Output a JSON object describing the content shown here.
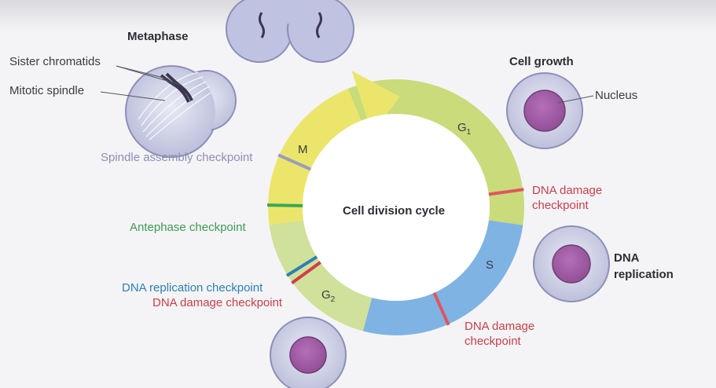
{
  "center": {
    "title": "Cell division cycle"
  },
  "phases": [
    {
      "id": "M",
      "label": "M",
      "sub": "",
      "color": "#ebe66b"
    },
    {
      "id": "G1",
      "label": "G",
      "sub": "1",
      "color": "#c9db7b"
    },
    {
      "id": "S",
      "label": "S",
      "sub": "",
      "color": "#7fb3e3"
    },
    {
      "id": "G2",
      "label": "G",
      "sub": "2",
      "color": "#cfe19a"
    }
  ],
  "checkpoints": {
    "spindle_assembly": {
      "label": "Spindle assembly checkpoint",
      "color": "#9a9cbf"
    },
    "antephase": {
      "label": "Antephase checkpoint",
      "color": "#3aa856"
    },
    "dna_replication": {
      "label": "DNA replication checkpoint",
      "color": "#2f7fb4"
    },
    "dna_damage_g2": {
      "label": "DNA damage checkpoint",
      "color": "#d43c4a"
    },
    "dna_damage_g1": {
      "line1": "DNA damage",
      "line2": "checkpoint",
      "color": "#e0555f"
    },
    "dna_damage_s": {
      "line1": "DNA damage",
      "line2": "checkpoint",
      "color": "#e0555f"
    }
  },
  "stages": {
    "metaphase": {
      "title": "Metaphase",
      "sister_chromatids": "Sister chromatids",
      "mitotic_spindle": "Mitotic spindle"
    },
    "cell_growth": {
      "title": "Cell growth",
      "nucleus": "Nucleus"
    },
    "dna_replication": {
      "line1": "DNA",
      "line2": "replication"
    }
  },
  "colors": {
    "cell_outer": "#c9cbe2",
    "cell_edge": "#8c8fb8",
    "nucleus": "#a45aa6",
    "nucleus_edge": "#6e3f76",
    "chromosome": "#3a3550"
  }
}
